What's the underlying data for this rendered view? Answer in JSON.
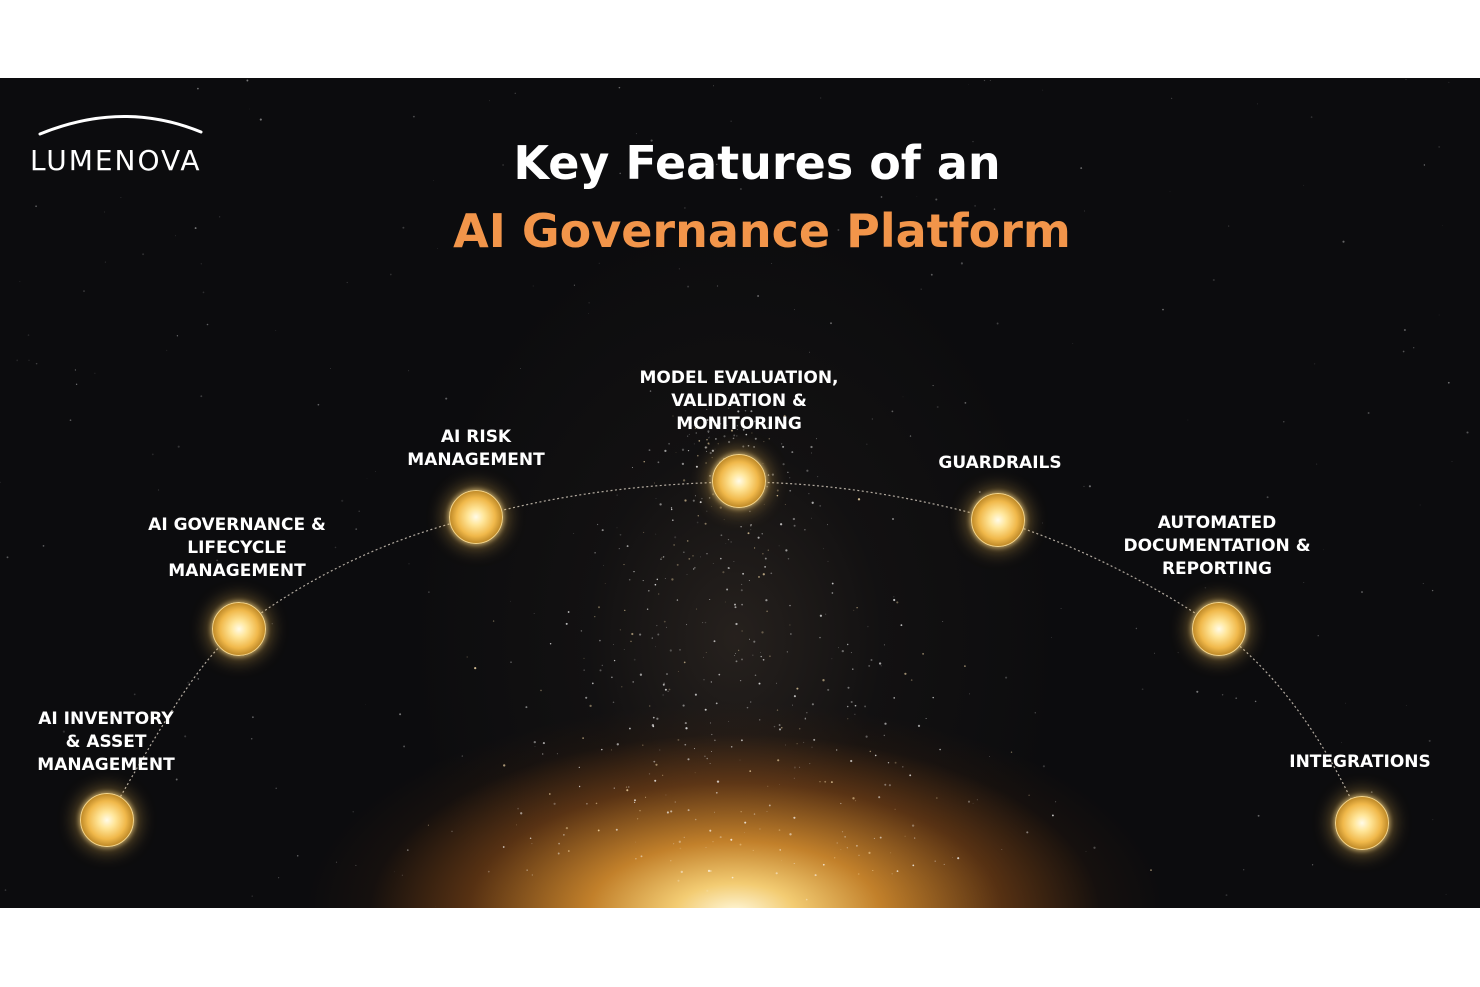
{
  "brand": {
    "logo_text": "LUMENOVA"
  },
  "title": {
    "line1": "Key Features of an",
    "line2": "AI Governance Platform"
  },
  "colors": {
    "background": "#0c0c0e",
    "title_white": "#ffffff",
    "title_accent": "#f2954a",
    "node_glow": "#f0b84a"
  },
  "features": [
    {
      "lines": [
        "AI INVENTORY",
        "& ASSET",
        "MANAGEMENT"
      ]
    },
    {
      "lines": [
        "AI GOVERNANCE &",
        "LIFECYCLE",
        "MANAGEMENT"
      ]
    },
    {
      "lines": [
        "AI RISK",
        "MANAGEMENT"
      ]
    },
    {
      "lines": [
        "MODEL EVALUATION,",
        "VALIDATION &",
        "MONITORING"
      ]
    },
    {
      "lines": [
        "GUARDRAILS"
      ]
    },
    {
      "lines": [
        "AUTOMATED",
        "DOCUMENTATION &",
        "REPORTING"
      ]
    },
    {
      "lines": [
        "INTEGRATIONS"
      ]
    }
  ]
}
